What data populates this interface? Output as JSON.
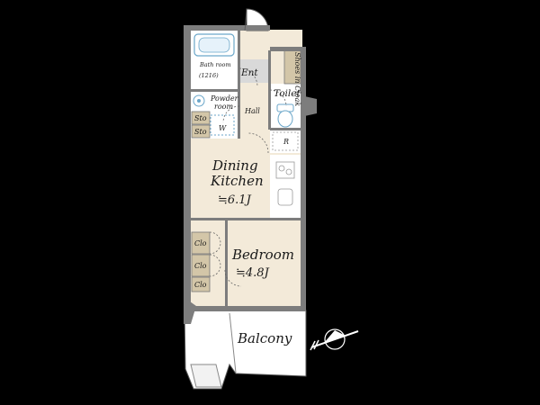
{
  "rooms": {
    "bathroom": "Bath room",
    "bathroom_size": "(1216)",
    "entrance": "Ent",
    "shoes_in_cloak": "Shoes in Cloak",
    "powder_room_1": "Powder",
    "powder_room_2": "room",
    "toilet": "Toilet",
    "hall": "Hall",
    "storage_1": "Sto",
    "storage_2": "Sto",
    "washer": "W",
    "refrigerator": "R",
    "dining_kitchen_1": "Dining",
    "dining_kitchen_2": "Kitchen",
    "dining_kitchen_area": "≒6.1J",
    "closet_1": "Clo",
    "closet_2": "Clo",
    "closet_3": "Clo",
    "bedroom": "Bedroom",
    "bedroom_area": "≒4.8J",
    "balcony": "Balcony"
  },
  "colors": {
    "background": "#000000",
    "floor": "#f3ead9",
    "tile": "#ffffff",
    "wall": "#7d7d7d",
    "storage": "#d3c6a8",
    "balcony": "#ffffff"
  }
}
